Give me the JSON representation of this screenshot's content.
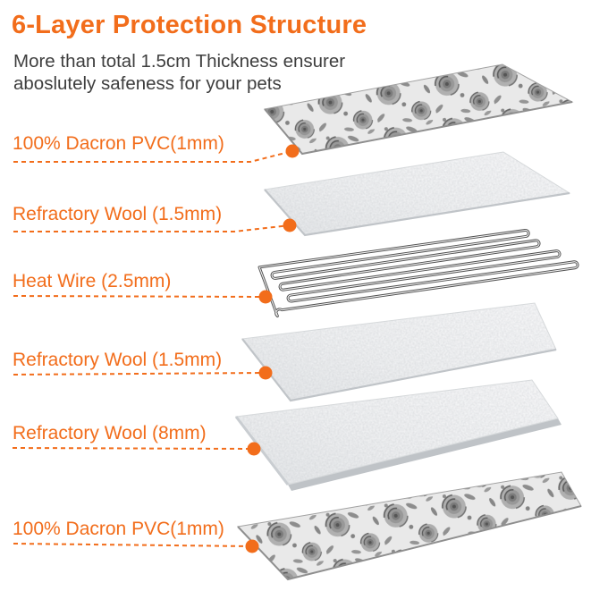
{
  "accent_color": "#F26D1B",
  "background_color": "#FFFFFF",
  "header": {
    "title": "6-Layer Protection Structure",
    "subtitle_line1": "More than total 1.5cm Thickness ensurer",
    "subtitle_line2": "aboslutely safeness for your pets"
  },
  "layers": [
    {
      "label": "100% Dacron PVC(1mm)",
      "depicts": "floral-print-fabric-sheet"
    },
    {
      "label": "Refractory Wool (1.5mm)",
      "depicts": "white-wool-sheet"
    },
    {
      "label": "Heat Wire (2.5mm)",
      "depicts": "serpentine-heat-wire"
    },
    {
      "label": "Refractory Wool (1.5mm)",
      "depicts": "white-wool-sheet"
    },
    {
      "label": "Refractory Wool (8mm)",
      "depicts": "thick-white-wool-sheet"
    },
    {
      "label": "100% Dacron PVC(1mm)",
      "depicts": "floral-print-fabric-sheet"
    }
  ]
}
